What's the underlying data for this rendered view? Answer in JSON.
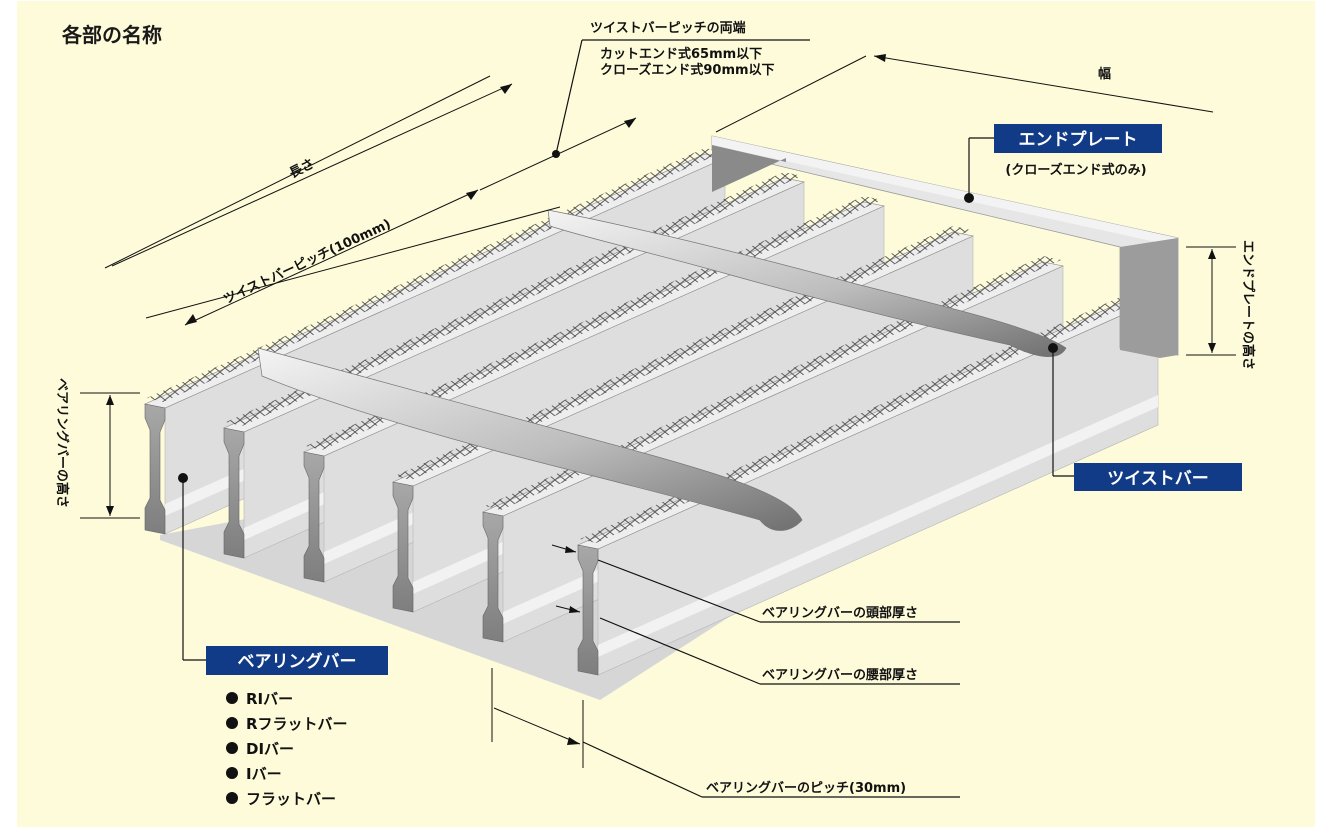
{
  "title": "各部の名称",
  "labels": {
    "twist_pitch_ends": "ツイストバーピッチの両端",
    "cut_end": "カットエンド式65mm以下",
    "close_end": "クローズエンド式90mm以下",
    "width": "幅",
    "length": "長さ",
    "twist_pitch": "ツイストバーピッチ(100mm)",
    "end_plate": "エンドプレート",
    "end_plate_note": "(クローズエンド式のみ)",
    "end_plate_height": "エンドプレートの高さ",
    "bearing_height": "ベアリングバーの高さ",
    "twist_bar": "ツイストバー",
    "head_thickness": "ベアリングバーの頭部厚さ",
    "waist_thickness": "ベアリングバーの腰部厚さ",
    "bearing_pitch": "ベアリングバーのピッチ(30mm)",
    "bearing_bar": "ベアリングバー"
  },
  "bearing_bar_types": [
    "RIバー",
    "Rフラットバー",
    "DIバー",
    "Iバー",
    "フラットバー"
  ],
  "colors": {
    "background": "#fdfbd9",
    "label_box": "#123b87",
    "steel_light": "#e4e4e4",
    "steel_mid": "#c9c9c9",
    "steel_dark": "#8f8f8f"
  }
}
